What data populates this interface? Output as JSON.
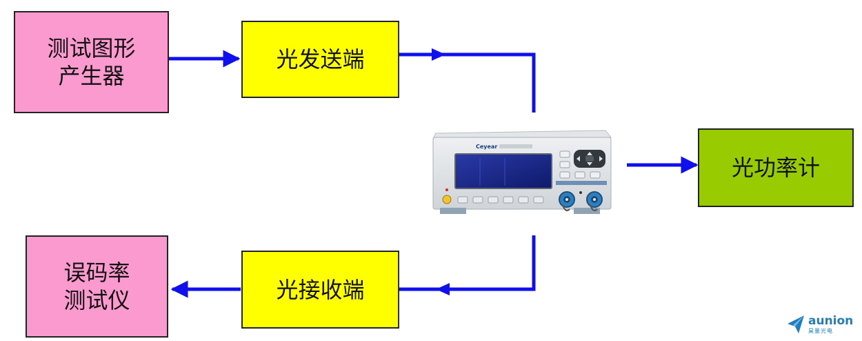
{
  "colors": {
    "arrow": "#1010ee",
    "pink": "#fb9acf",
    "yellow": "#ffff00",
    "green": "#99cc00",
    "brand": "#1e7fc0"
  },
  "boxes": {
    "generator": "测试图形\n产生器",
    "transmitter": "光发送端",
    "receiver": "光接收端",
    "ber_tester": "误码率\n测试仪",
    "power_meter": "光功率计"
  },
  "device": {
    "brand": "Ceyear",
    "keys": [
      "",
      "",
      "",
      "",
      "",
      ""
    ]
  },
  "logo": {
    "name": "aunion",
    "subtitle": "昊量光电",
    "icon": "paper-plane-icon"
  }
}
